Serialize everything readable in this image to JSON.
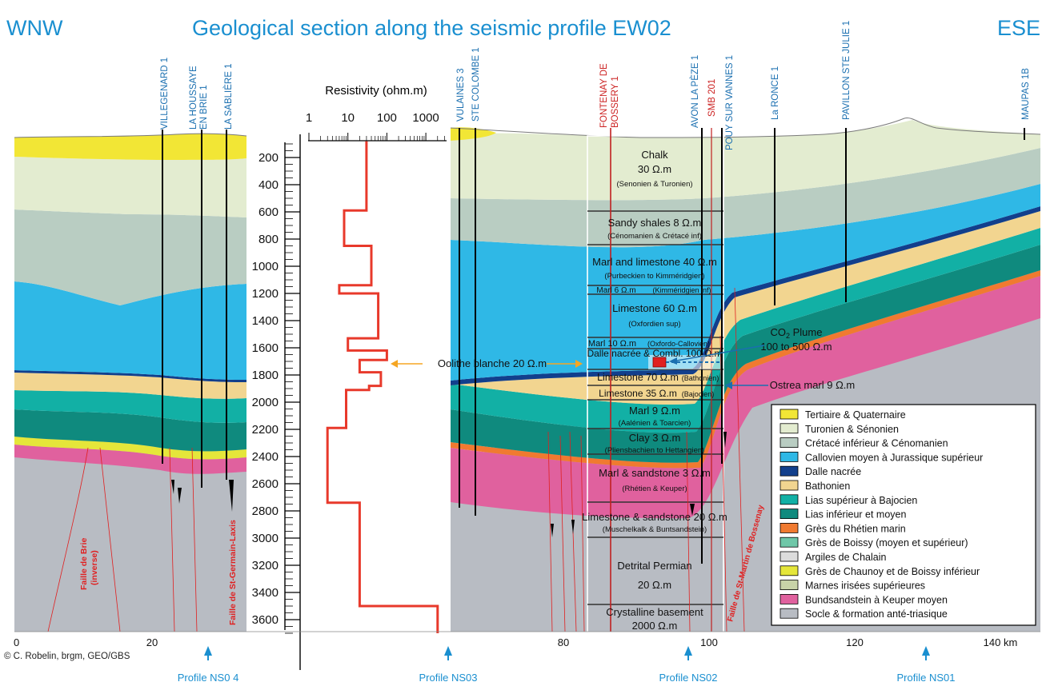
{
  "header": {
    "left_direction": "WNW",
    "title": "Geological section along the seismic profile EW02",
    "right_direction": "ESE"
  },
  "colors": {
    "title": "#1a8fd0",
    "well_label": "#1a6fb0",
    "red_well_label": "#cc2222",
    "fault_label": "#e02020",
    "curve": "#e8392b",
    "arrow_orange": "#f5a623",
    "arrow_blue": "#1a6fb0",
    "plume": "#e02020"
  },
  "wells": [
    {
      "label": "VILLEGENARD 1",
      "color": "blue"
    },
    {
      "label": "LA HOUSSAYE",
      "label2": "EN BRIE 1",
      "color": "blue"
    },
    {
      "label": "LA SABLIÈRE 1",
      "color": "blue"
    },
    {
      "label": "VULAINES 3",
      "color": "blue"
    },
    {
      "label": "STE COLOMBE 1",
      "color": "blue"
    },
    {
      "label": "FONTENAY DE",
      "label2": "BOSSERY 1",
      "color": "red"
    },
    {
      "label": "AVON LA PÈZE 1",
      "color": "blue"
    },
    {
      "label": "SMB 201",
      "color": "red"
    },
    {
      "label": "POUY SUR VANNES 1",
      "color": "blue"
    },
    {
      "label": "La RONCE 1",
      "color": "blue"
    },
    {
      "label": "PAVILLON STE JULIE 1",
      "color": "blue"
    },
    {
      "label": "MAUPAS 1B",
      "color": "blue"
    }
  ],
  "resistivity_log": {
    "title": "Resistivity (ohm.m)",
    "scale_labels": [
      "1",
      "10",
      "100",
      "1000"
    ],
    "depth_ticks": [
      "200",
      "400",
      "600",
      "800",
      "1000",
      "1200",
      "1400",
      "1600",
      "1800",
      "2000",
      "2200",
      "2400",
      "2600",
      "2800",
      "3000",
      "3200",
      "3400",
      "3600"
    ],
    "depth_values": [
      200,
      400,
      600,
      800,
      1000,
      1200,
      1400,
      1600,
      1800,
      2000,
      2200,
      2400,
      2600,
      2800,
      3000,
      3200,
      3400,
      3600
    ],
    "curve": [
      {
        "depth": 80,
        "ohm": 30
      },
      {
        "depth": 590,
        "ohm": 30
      },
      {
        "depth": 590,
        "ohm": 8
      },
      {
        "depth": 850,
        "ohm": 8
      },
      {
        "depth": 850,
        "ohm": 40
      },
      {
        "depth": 1140,
        "ohm": 40
      },
      {
        "depth": 1140,
        "ohm": 6
      },
      {
        "depth": 1200,
        "ohm": 6
      },
      {
        "depth": 1200,
        "ohm": 60
      },
      {
        "depth": 1530,
        "ohm": 60
      },
      {
        "depth": 1530,
        "ohm": 10
      },
      {
        "depth": 1620,
        "ohm": 10
      },
      {
        "depth": 1620,
        "ohm": 100
      },
      {
        "depth": 1690,
        "ohm": 100
      },
      {
        "depth": 1690,
        "ohm": 20
      },
      {
        "depth": 1780,
        "ohm": 20
      },
      {
        "depth": 1780,
        "ohm": 70
      },
      {
        "depth": 1880,
        "ohm": 70
      },
      {
        "depth": 1880,
        "ohm": 35
      },
      {
        "depth": 1910,
        "ohm": 35
      },
      {
        "depth": 1910,
        "ohm": 9
      },
      {
        "depth": 2190,
        "ohm": 9
      },
      {
        "depth": 2190,
        "ohm": 3
      },
      {
        "depth": 2740,
        "ohm": 3
      },
      {
        "depth": 2740,
        "ohm": 20
      },
      {
        "depth": 3500,
        "ohm": 20
      },
      {
        "depth": 3500,
        "ohm": 2000
      },
      {
        "depth": 3700,
        "ohm": 2000
      }
    ]
  },
  "layer_annotations": [
    {
      "name": "Chalk",
      "value": "30 Ω.m",
      "sub": "(Senonien & Turonien)"
    },
    {
      "name": "Sandy shales  8 Ω.m",
      "sub": "(Cénomanien & Crétacé inf)"
    },
    {
      "name": "Marl and limestone  40 Ω.m",
      "sub": "(Purbeckien to Kimméridgien)"
    },
    {
      "name": "Marl  6 Ω.m",
      "sub": "(Kimméridgien inf)"
    },
    {
      "name": "Limestone  60 Ω.m",
      "sub": "(Oxfordien sup)"
    },
    {
      "name": "Marl  10 Ω.m",
      "sub": "(Oxfordo-Callovien)"
    },
    {
      "name": "Dalle nacrée & Combl. 100   Ω.m",
      "sub": ""
    },
    {
      "name": "Limestone 70 Ω.m",
      "sub": "(Bathonien)"
    },
    {
      "name": "Limestone 35 Ω.m",
      "sub": "(Bajocien)"
    },
    {
      "name": "Marl  9 Ω.m",
      "sub": "(Aalénien & Toarcien)"
    },
    {
      "name": "Clay  3 Ω.m",
      "sub": "(Pliensbachien to Hettangien)"
    },
    {
      "name": "Marl & sandstone  3 Ω.m",
      "sub": "(Rhétien & Keuper)"
    },
    {
      "name": "Limestone & sandstone  20 Ω.m",
      "sub": "(Muschelkalk & Buntsandstein)"
    },
    {
      "name": "Detrital Permian",
      "value": "20 Ω.m",
      "sub": ""
    },
    {
      "name": "Crystalline basement",
      "value": "2000 Ω.m",
      "sub": ""
    }
  ],
  "callouts": {
    "oolithe": "Oolithe blanche  20 Ω.m",
    "plume_line1": "CO",
    "plume_sub": "2",
    "plume_line1b": " Plume",
    "plume_line2": "100 to 500 Ω.m",
    "ostrea": "Ostrea marl  9 Ω.m"
  },
  "faults": [
    {
      "line1": "Faille de Brie",
      "line2": "(inverse)"
    },
    {
      "line1": "Faille de St-Germain-Laxis",
      "line2": ""
    },
    {
      "line1": "Faille de St-Martin de Bossenay",
      "line2": ""
    }
  ],
  "legend": [
    {
      "label": "Tertiaire & Quaternaire",
      "color": "#f2e635"
    },
    {
      "label": "Turonien & Sénonien",
      "color": "#e3ecd0"
    },
    {
      "label": "Crétacé inférieur & Cénomanien",
      "color": "#b9cdc2"
    },
    {
      "label": "Callovien moyen à Jurassique supérieur",
      "color": "#2fb8e6"
    },
    {
      "label": "Dalle nacrée",
      "color": "#123f8c"
    },
    {
      "label": "Bathonien",
      "color": "#f2d590"
    },
    {
      "label": "Lias supérieur à Bajocien",
      "color": "#12b0a5"
    },
    {
      "label": "Lias inférieur et moyen",
      "color": "#0f8a7e"
    },
    {
      "label": "Grès du Rhétien marin",
      "color": "#f07a30"
    },
    {
      "label": "Grès de Boissy (moyen et supérieur)",
      "color": "#6fc7a8"
    },
    {
      "label": "Argiles de Chalain",
      "color": "#dcdcdc"
    },
    {
      "label": "Grès de Chaunoy et de Boissy inférieur",
      "color": "#e5e63a"
    },
    {
      "label": "Marnes irisées supérieures",
      "color": "#c8d3a8"
    },
    {
      "label": "Bundsandstein à Keuper moyen",
      "color": "#e0619e"
    },
    {
      "label": "Socle & formation anté-triasique",
      "color": "#b8bcc3"
    }
  ],
  "distance_axis": {
    "labels": [
      "0",
      "20",
      "80",
      "100",
      "120",
      "140 km"
    ],
    "values": [
      0,
      20,
      80,
      100,
      120,
      140
    ]
  },
  "credit": "© C. Robelin, brgm, GEO/GBS",
  "profiles": [
    "Profile NS0 4",
    "Profile NS03",
    "Profile NS02",
    "Profile NS01"
  ]
}
